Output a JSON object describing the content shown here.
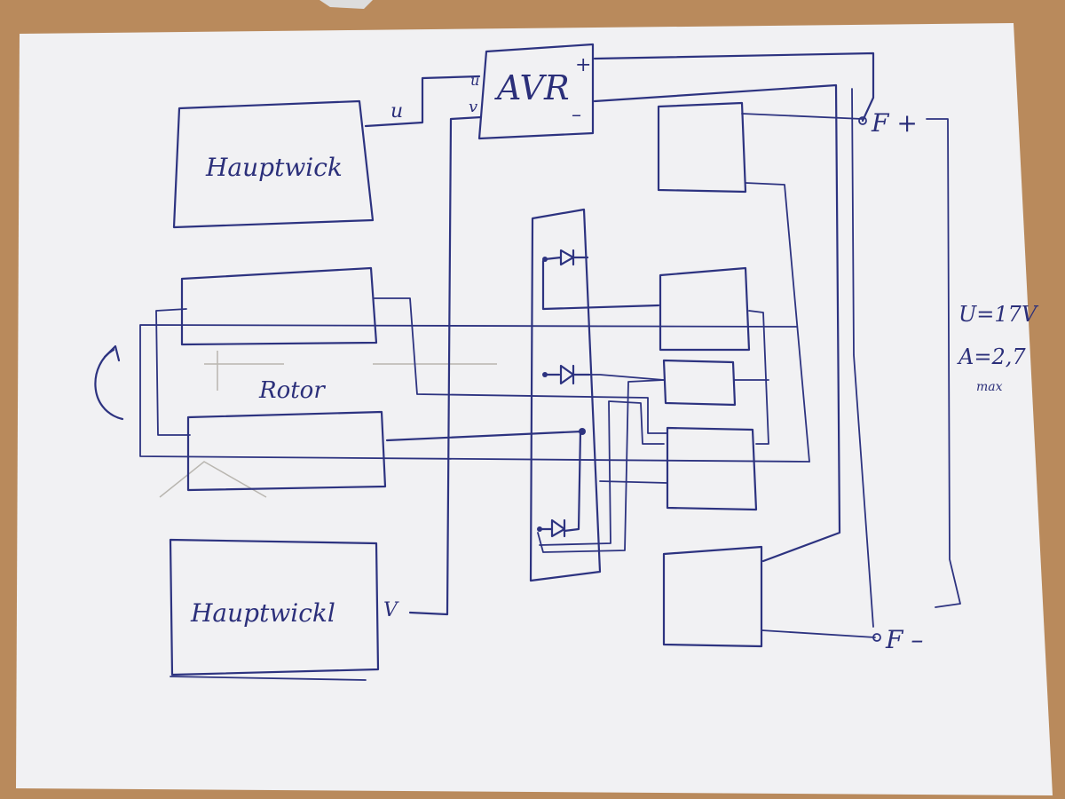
{
  "labels": {
    "avr": "AVR",
    "avr_plus": "+",
    "avr_minus": "–",
    "avr_in_u": "u",
    "avr_in_v": "v",
    "stator_top": "Hauptwick",
    "stator_bottom": "Hauptwickl",
    "rotor": "Rotor",
    "wire_u": "u",
    "wire_v": "V",
    "terminal_f_plus": "F +",
    "terminal_f_minus": "F –",
    "spec_u": "U=17V",
    "spec_a": "A=2,7",
    "spec_max": "max"
  },
  "colors": {
    "paper": "#f1f1f3",
    "ink": "#2d3380",
    "table": "#b98a5c"
  }
}
